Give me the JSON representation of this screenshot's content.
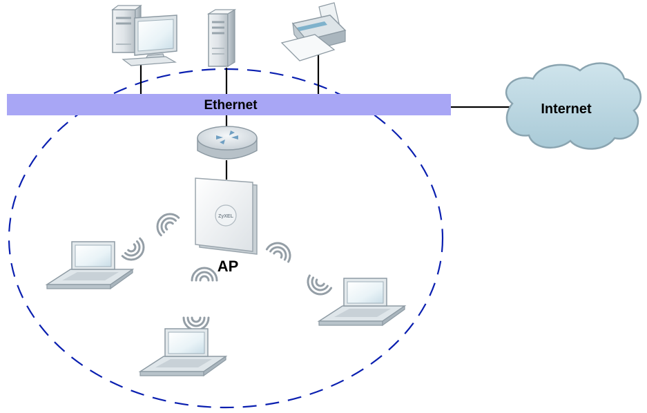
{
  "ethernet_bar": {
    "label": "Ethernet",
    "color": "#a8a6f5"
  },
  "internet_cloud": {
    "label": "Internet",
    "color": "#b8d6e2"
  },
  "access_point": {
    "label": "AP",
    "brand": "ZyXEL"
  },
  "coverage_area": {
    "color": "#0a1fb0"
  },
  "devices": {
    "wired": [
      "desktop-pc-icon",
      "server-tower-icon",
      "printer-icon"
    ],
    "router": "router-icon",
    "wireless_clients": [
      "laptop-icon",
      "laptop-icon",
      "laptop-icon"
    ],
    "signal": "wireless-signal-icon"
  }
}
